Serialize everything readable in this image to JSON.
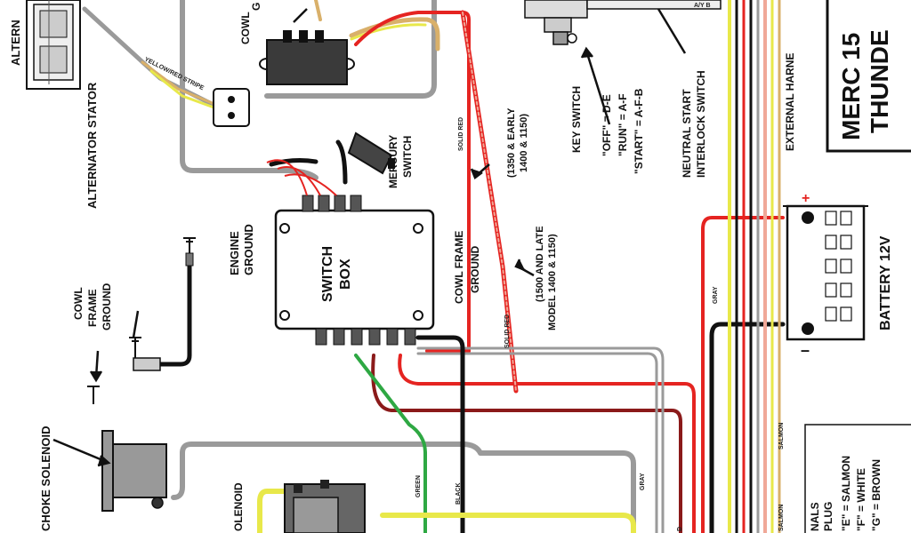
{
  "title": {
    "line1": "MERC 15",
    "line2": "THUNDE"
  },
  "labels": {
    "alternator_top": "ALTERN",
    "alternator_stator": "ALTERNATOR STATOR",
    "yellow_stripe": "YELLOW/RED STRIPE",
    "cowl_top": "COWL",
    "cowl_top_g": "G",
    "mercury_switch_1": "MERCURY",
    "mercury_switch_2": "SWITCH",
    "engine_ground_1": "ENGINE",
    "engine_ground_2": "GROUND",
    "switch_box_1": "SWITCH",
    "switch_box_2": "BOX",
    "cowl_frame_ground_mid_1": "COWL FRAME",
    "cowl_frame_ground_mid_2": "GROUND",
    "cowl_frame_ground_left_1": "COWL",
    "cowl_frame_ground_left_2": "FRAME",
    "cowl_frame_ground_left_3": "GROUND",
    "solid_red_1": "SOLID RED",
    "solid_red_2": "SOLID RED",
    "early_model_1": "(1350 & EARLY",
    "early_model_2": "1400 & 1150)",
    "late_model_1": "(1500 AND LATE",
    "late_model_2": "MODEL 1400 & 1150)",
    "key_switch": "KEY SWITCH",
    "off": "\"OFF\" = D-E",
    "run": "\"RUN\" = A-F",
    "start": "\"START\" = A-F-B",
    "neutral_1": "NEUTRAL START",
    "neutral_2": "INTERLOCK SWITCH",
    "external_harness": "EXTERNAL HARNE",
    "battery": "BATTERY 12V",
    "battery_plus": "+",
    "battery_minus": "–",
    "gray_1": "GRAY",
    "gray_2": "GRAY",
    "green": "GREEN",
    "black": "BLACK",
    "salmon_1": "SALMON",
    "salmon_2": "SALMON",
    "choke_solenoid": "CHOKE SOLENOID",
    "solenoid_bottom": "OLENOID",
    "terminals_1": "NALS",
    "terminals_2": "PLUG",
    "terminal_e": "\"E\" = SALMON",
    "terminal_f": "\"F\" = WHITE",
    "terminal_g": "\"G\" = BROWN",
    "d_frag": "D",
    "ayb_frag": "A/Y B"
  },
  "colors": {
    "red": "#e52421",
    "darkred": "#8b1a1a",
    "gray": "#9a9a9a",
    "yellow": "#e8e84a",
    "green": "#2ea843",
    "black": "#111111",
    "salmon": "#f0a898",
    "tan": "#d9b06a"
  }
}
